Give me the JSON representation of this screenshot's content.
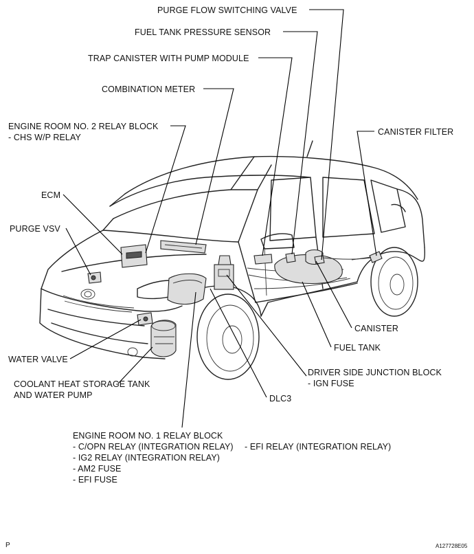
{
  "labels": {
    "purge_flow_switching_valve": "PURGE FLOW SWITCHING VALVE",
    "fuel_tank_pressure_sensor": "FUEL TANK PRESSURE SENSOR",
    "trap_canister": "TRAP CANISTER WITH PUMP MODULE",
    "combination_meter": "COMBINATION METER",
    "engine_room_no2_line1": "ENGINE ROOM NO. 2 RELAY BLOCK",
    "engine_room_no2_line2": "- CHS W/P RELAY",
    "canister_filter": "CANISTER FILTER",
    "ecm": "ECM",
    "purge_vsv": "PURGE VSV",
    "canister": "CANISTER",
    "fuel_tank": "FUEL TANK",
    "water_valve": "WATER VALVE",
    "driver_jb_line1": "DRIVER SIDE JUNCTION BLOCK",
    "driver_jb_line2": "- IGN FUSE",
    "coolant_line1": "COOLANT HEAT STORAGE TANK",
    "coolant_line2": "AND WATER PUMP",
    "dlc3": "DLC3",
    "engine_room_no1_line1": "ENGINE ROOM NO. 1 RELAY BLOCK",
    "engine_room_no1_line2": "- C/OPN RELAY (INTEGRATION RELAY)",
    "engine_room_no1_line3": "- IG2 RELAY (INTEGRATION RELAY)",
    "engine_room_no1_line4": "- AM2 FUSE",
    "engine_room_no1_line5": "- EFI FUSE",
    "efi_relay": "- EFI RELAY (INTEGRATION RELAY)"
  },
  "footer": {
    "left_mark": "P",
    "figure_id": "A127728E05"
  }
}
